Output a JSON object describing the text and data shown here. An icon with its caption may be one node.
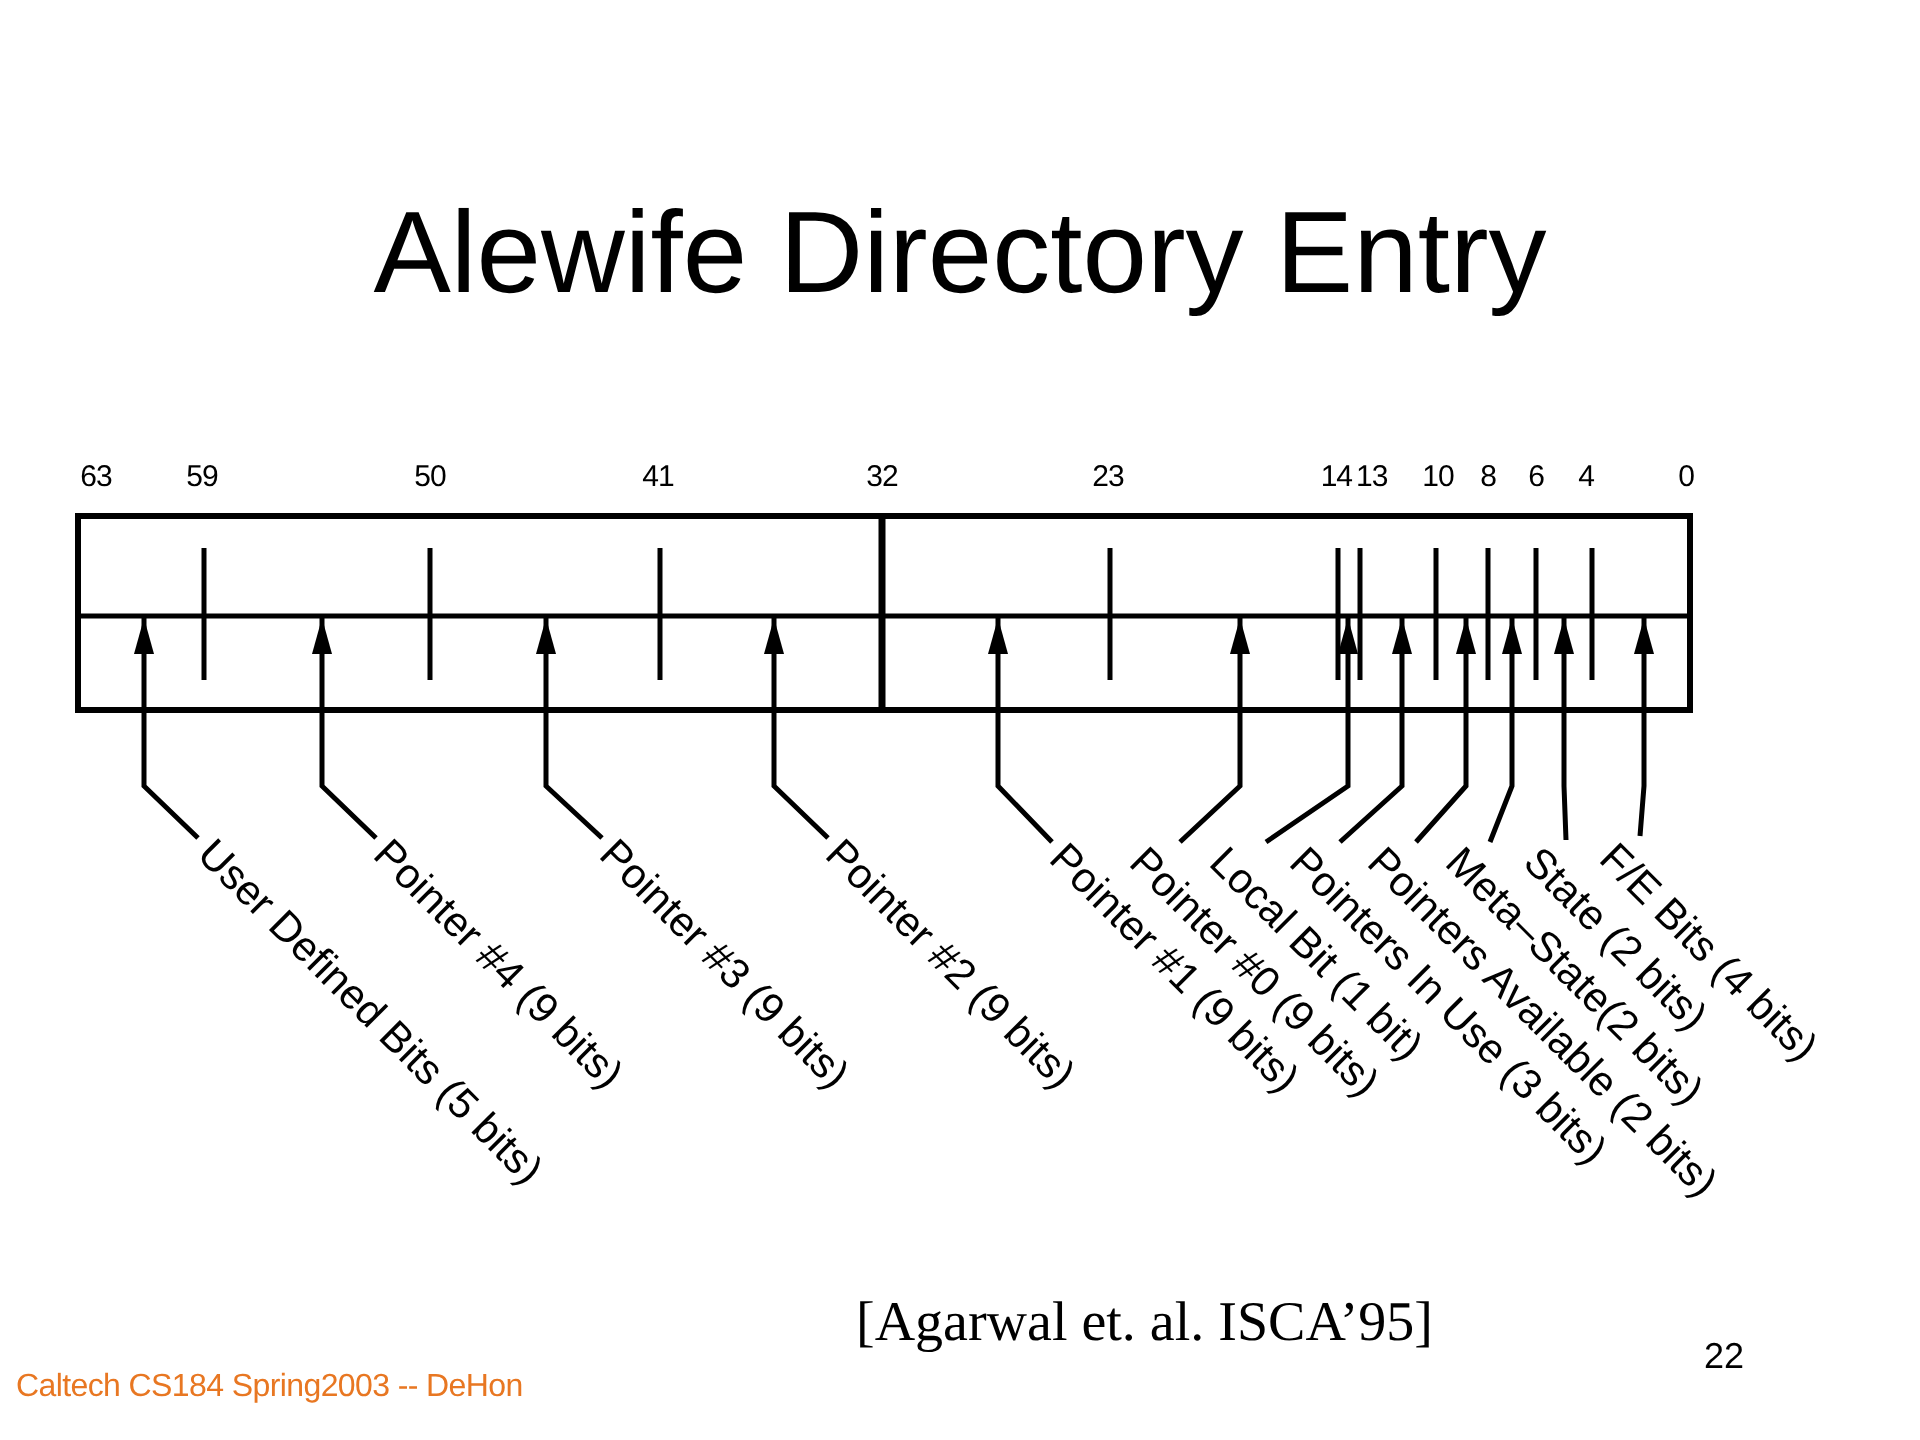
{
  "diagram": {
    "title": "Alewife Directory Entry",
    "nodes": [
      {
        "text": [
          "User Defined Bits (5 bits)"
        ]
      },
      {
        "text": [
          "Pointer #4 (9 bits)"
        ]
      },
      {
        "text": [
          "Pointer #3 (9 bits)"
        ]
      },
      {
        "text": [
          "Pointer #2 (9 bits)"
        ]
      },
      {
        "text": [
          "Pointer #1 (9 bits)"
        ]
      },
      {
        "text": [
          "Pointer #0 (9 bits)"
        ]
      },
      {
        "text": [
          "Local Bit (1 bit)"
        ]
      },
      {
        "text": [
          "Pointers In Use (3 bits)"
        ]
      },
      {
        "text": [
          "Pointers Available (2 bits)"
        ]
      },
      {
        "text": [
          "Meta–State(2 bits)"
        ]
      },
      {
        "text": [
          "State (2 bits)"
        ]
      },
      {
        "text": [
          "F/E Bits (4 bits)"
        ]
      }
    ],
    "edges": [
      {
        "from": 0,
        "to": null,
        "arrow": "to"
      },
      {
        "from": 1,
        "to": null,
        "arrow": "to"
      },
      {
        "from": 2,
        "to": null,
        "arrow": "to"
      },
      {
        "from": 3,
        "to": null,
        "arrow": "to"
      },
      {
        "from": 4,
        "to": null,
        "arrow": "to"
      },
      {
        "from": 5,
        "to": null,
        "arrow": "to"
      },
      {
        "from": 6,
        "to": null,
        "arrow": "to"
      },
      {
        "from": 7,
        "to": null,
        "arrow": "to"
      },
      {
        "from": 8,
        "to": null,
        "arrow": "to"
      },
      {
        "from": 9,
        "to": null,
        "arrow": "to"
      },
      {
        "from": 10,
        "to": null,
        "arrow": "to"
      },
      {
        "from": 11,
        "to": null,
        "arrow": "to"
      }
    ],
    "labels": [
      "63",
      "59",
      "50",
      "41",
      "32",
      "23",
      "14",
      "13",
      "10",
      "8",
      "6",
      "4",
      "0",
      "[Agarwal et. al. ISCA’95]",
      "22",
      "Caltech CS184 Spring2003 -- DeHon"
    ]
  }
}
